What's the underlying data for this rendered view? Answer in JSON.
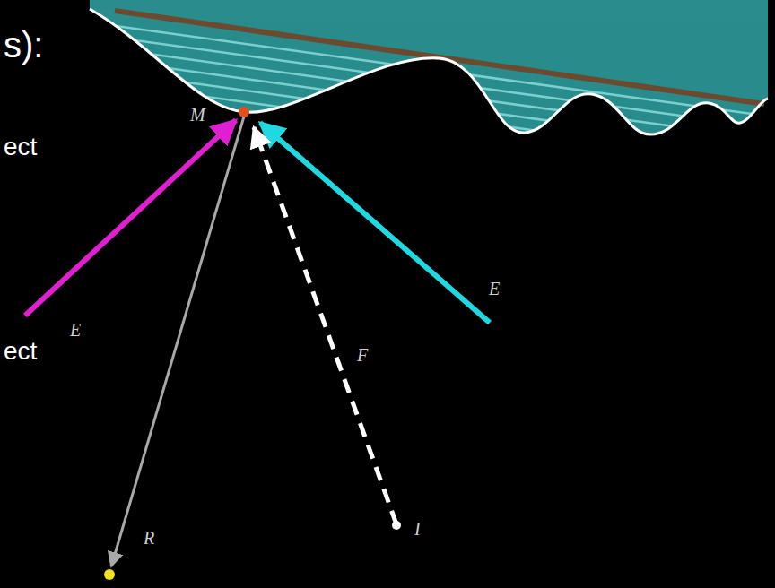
{
  "diagram": {
    "labels": [
      "s):",
      "ect",
      "ect",
      "M",
      "E",
      "E",
      "F",
      "I",
      "R"
    ]
  }
}
